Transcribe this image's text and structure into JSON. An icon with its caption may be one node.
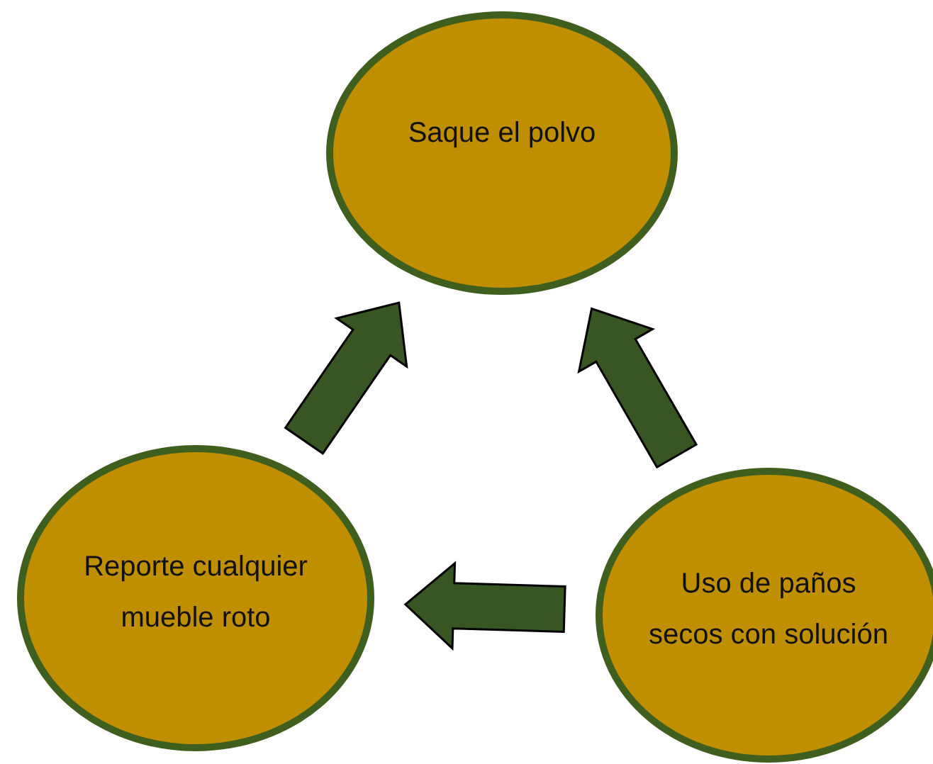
{
  "diagram": {
    "nodes": [
      {
        "text": [
          "Saque el polvo"
        ]
      },
      {
        "text": [
          "Reporte cualquier mueble roto"
        ]
      },
      {
        "text": [
          "Uso de paños secos con solución"
        ]
      }
    ],
    "edges": [
      {
        "from": 1,
        "to": 0,
        "arrow": "to"
      },
      {
        "from": 2,
        "to": 0,
        "arrow": "to"
      },
      {
        "from": 2,
        "to": 1,
        "arrow": "to"
      }
    ]
  }
}
